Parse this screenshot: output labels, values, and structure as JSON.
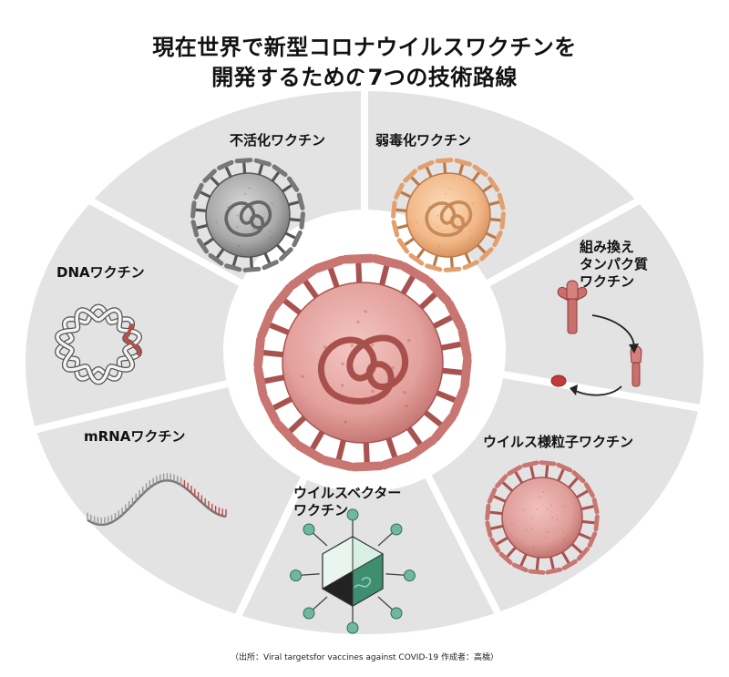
{
  "title": {
    "line1": "現在世界で新型コロナウイルスワクチンを",
    "line2": "開発するための7つの技術路線"
  },
  "labels": {
    "inactivated": "不活化ワクチン",
    "attenuated": "弱毒化ワクチン",
    "recombinant_line1": "組み換え",
    "recombinant_line2": "タンパク質",
    "recombinant_line3": "ワクチン",
    "dna": "DNAワクチン",
    "mrna": "mRNAワクチン",
    "vector_line1": "ウイルスベクター",
    "vector_line2": "ワクチン",
    "vlp": "ウイルス様粒子ワクチン"
  },
  "source": "（出所：Viral targetsfor vaccines against COVID-19 作成者：高橋）",
  "colors": {
    "sector": "#e3e3e3",
    "center_virus": "#e3a09c",
    "center_virus_dark": "#b35a58",
    "inactivated_virus": "#8a8a8a",
    "attenuated_virus": "#f2b888",
    "vector_green": "#6fb89d",
    "mrna_red": "#c04848"
  },
  "icons": [
    "virus-icon",
    "dna-ring-icon",
    "mrna-strand-icon",
    "adenovirus-icon",
    "protein-icon"
  ]
}
